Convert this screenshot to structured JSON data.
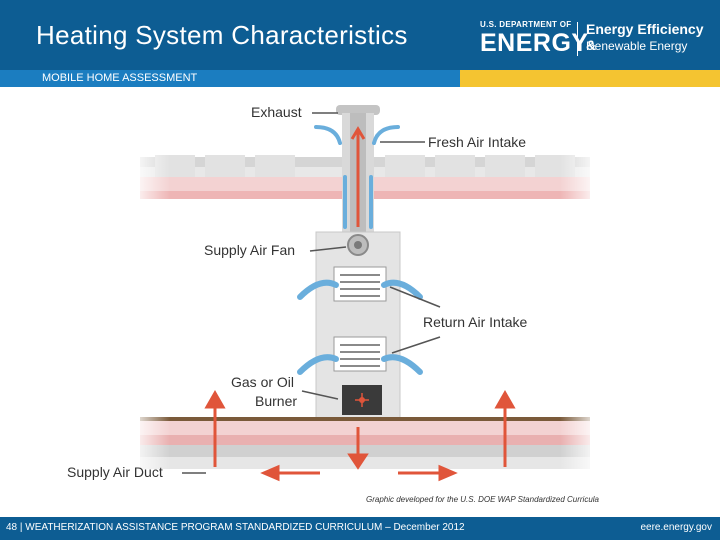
{
  "header": {
    "title": "Heating System Characteristics"
  },
  "logo": {
    "department": "U.S. DEPARTMENT OF",
    "energy": "ENERGY",
    "eere_line1": "Energy Efficiency &",
    "eere_line2": "Renewable Energy"
  },
  "subheader": {
    "text": "MOBILE HOME ASSESSMENT"
  },
  "labels": {
    "exhaust": "Exhaust",
    "fresh_air": "Fresh Air Intake",
    "supply_fan": "Supply Air Fan",
    "return_air": "Return Air Intake",
    "burner_line1": "Gas or Oil",
    "burner_line2": "Burner",
    "supply_duct": "Supply Air Duct"
  },
  "credit": "Graphic developed for the U.S. DOE WAP Standardized Curricula",
  "footer": {
    "left": "48 | WEATHERIZATION ASSISTANCE PROGRAM STANDARDIZED CURRICULUM – December 2012",
    "right": "eere.energy.gov"
  },
  "colors": {
    "header_blue": "#0d5d93",
    "subbar_blue": "#1b7dc0",
    "accent_yellow": "#f4c431",
    "exhaust_red": "#e0553a",
    "air_blue": "#6aaedc",
    "duct_pink": "#f0c0c0"
  }
}
